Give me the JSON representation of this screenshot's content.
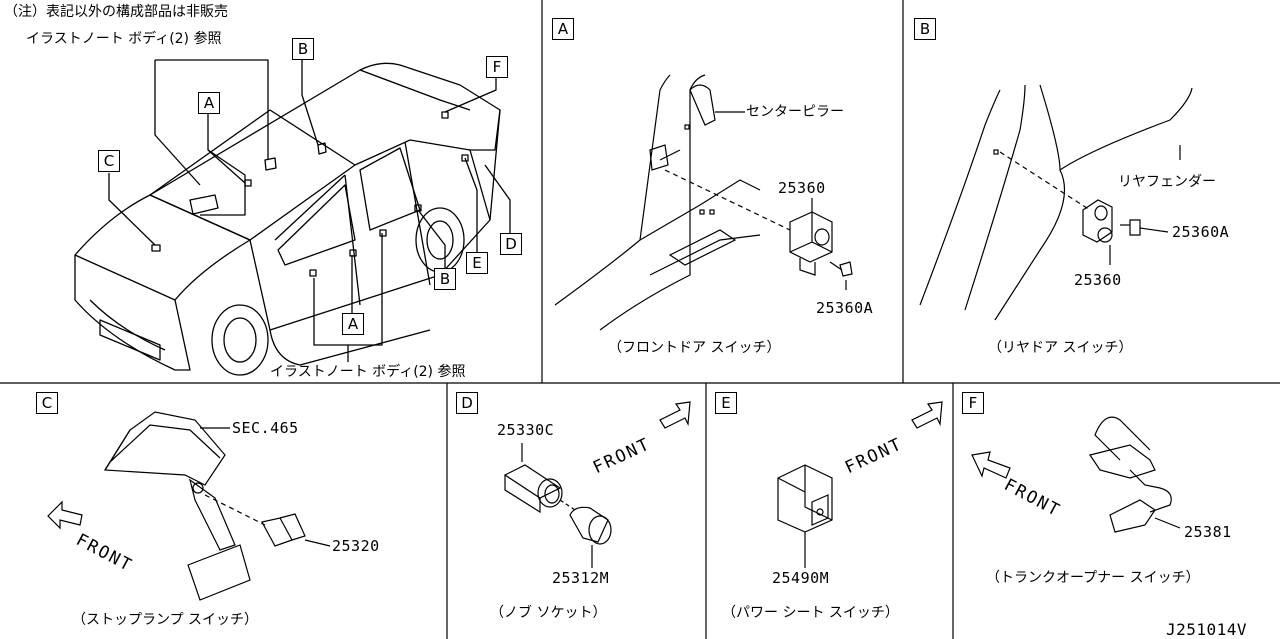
{
  "header_note": "（注）表記以外の構成部品は非販売",
  "ref_note_top": "イラストノート ボディ(2) 参照",
  "ref_note_bottom": "イラストノート ボディ(2) 参照",
  "overview_callouts": [
    "A",
    "B",
    "C",
    "D",
    "E",
    "F",
    "A",
    "B"
  ],
  "panels": {
    "A": {
      "letter": "A",
      "caption": "（フロントドア スイッチ）",
      "labels": {
        "pillar": "センターピラー",
        "part1": "25360",
        "part2": "25360A"
      }
    },
    "B": {
      "letter": "B",
      "caption": "（リヤドア スイッチ）",
      "labels": {
        "fender": "リヤフェンダー",
        "part1": "25360A",
        "part2": "25360"
      }
    },
    "C": {
      "letter": "C",
      "caption": "（ストップランプ スイッチ）",
      "labels": {
        "sec": "SEC.465",
        "part1": "25320",
        "front": "FRONT"
      }
    },
    "D": {
      "letter": "D",
      "caption": "（ノブ ソケット）",
      "labels": {
        "part1": "25330C",
        "part2": "25312M",
        "front": "FRONT"
      }
    },
    "E": {
      "letter": "E",
      "caption": "（パワー シート スイッチ）",
      "labels": {
        "part1": "25490M",
        "front": "FRONT"
      }
    },
    "F": {
      "letter": "F",
      "caption": "（トランクオープナー スイッチ）",
      "labels": {
        "part1": "25381",
        "front": "FRONT"
      }
    }
  },
  "diagram_code": "J251014V"
}
